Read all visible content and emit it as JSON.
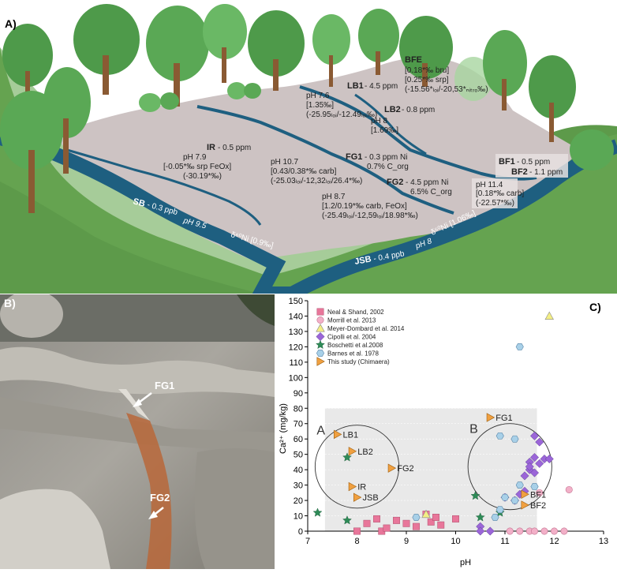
{
  "figure": {
    "panel_a_label": "A)",
    "panel_b_label": "B)",
    "panel_c_label": "C)"
  },
  "panel_a": {
    "labels": [
      {
        "id": "bfe",
        "title": "BFE",
        "lines": [
          "[0.18*‰ bru]",
          "[0.25*‰ srp]",
          "(-15.56*ₗₒᵢ/-20,53*ₙᵢₜᵣₒ‰)"
        ]
      },
      {
        "id": "lb1",
        "title": "LB1",
        "suffix": " - 4.5 ppm",
        "lines": [
          "pH 7.6",
          "[1.35‰]",
          "(-25.95ₗₒᵢ/-12.49ₗₒᵢ‰)"
        ]
      },
      {
        "id": "lb2",
        "title": "LB2",
        "suffix": " - 0.8 ppm",
        "lines": [
          "pH 8",
          "[1.69‰]"
        ]
      },
      {
        "id": "fg1",
        "title": "FG1",
        "suffix": " - 0.3 ppm Ni",
        "lines": [
          "0.7% C_org",
          "pH 10.7",
          "[0.43/0.38*‰ carb]",
          "(-25.03ₗₒᵢ/-12,32ₗₒᵢ/26.4*‰)"
        ]
      },
      {
        "id": "fg2",
        "title": "FG2",
        "suffix": " - 4.5 ppm Ni",
        "lines": [
          "6.5% C_org",
          "pH 8.7",
          "[1.2/0.19*‰ carb, FeOx]",
          "(-25.49ₗₒᵢ/-12,59ₗₒᵢ/18.98*‰)"
        ]
      },
      {
        "id": "ir",
        "title": "IR",
        "suffix": " - 0.5 ppm",
        "lines": [
          "pH 7.9",
          "[-0.05*‰ srp FeOx]",
          "(-30.19*‰)"
        ]
      },
      {
        "id": "bf1",
        "title": "BF1",
        "suffix": " - 0.5 ppm"
      },
      {
        "id": "bf2",
        "title": "BF2",
        "suffix": " - 1.1 ppm",
        "lines": [
          "pH 11.4",
          "[0.18*‰ carb]",
          "(-22.57*‰)"
        ]
      },
      {
        "id": "sb",
        "title": "SB",
        "suffix": " - 0.3 ppb",
        "lines": [
          "pH 9.5",
          "δ⁶⁰Ni [0.9‰]"
        ]
      },
      {
        "id": "jsb",
        "title": "JSB",
        "suffix": " - 0.4 ppb",
        "lines": [
          "pH 8",
          "δ⁶⁰Ni [1.06‰]"
        ]
      }
    ]
  },
  "panel_b": {
    "arrow_labels": [
      "FG1",
      "FG2"
    ]
  },
  "chart_data": {
    "type": "scatter",
    "title": "",
    "xlabel": "pH",
    "ylabel": "Ca²⁺ (mg/kg)",
    "xlim": [
      7,
      13
    ],
    "ylim": [
      0,
      150
    ],
    "xticks": [
      7,
      8,
      9,
      10,
      11,
      12,
      13
    ],
    "yticks": [
      0,
      10,
      20,
      30,
      40,
      50,
      60,
      70,
      80,
      90,
      100,
      110,
      120,
      130,
      140,
      150
    ],
    "legend_position": "top-left",
    "regions": [
      {
        "label": "A",
        "cx": 8.0,
        "cy": 42,
        "rx": 0.85,
        "ry": 27
      },
      {
        "label": "B",
        "cx": 11.1,
        "cy": 42,
        "rx": 0.85,
        "ry": 28
      }
    ],
    "series": [
      {
        "name": "Neal & Shand, 2002",
        "marker": "square",
        "color": "#e8769a",
        "points": [
          [
            8.0,
            0
          ],
          [
            8.5,
            0
          ],
          [
            8.6,
            2
          ],
          [
            8.2,
            5
          ],
          [
            8.4,
            8
          ],
          [
            9.2,
            3
          ],
          [
            9.5,
            6
          ],
          [
            9.6,
            9
          ],
          [
            9.4,
            11
          ],
          [
            9.7,
            4
          ],
          [
            10.0,
            8
          ],
          [
            8.8,
            7
          ],
          [
            9.0,
            5
          ]
        ]
      },
      {
        "name": "Morrill et al. 2013",
        "marker": "circle",
        "color": "#f2b0c8",
        "points": [
          [
            11.1,
            0
          ],
          [
            11.3,
            0
          ],
          [
            11.5,
            0
          ],
          [
            11.6,
            0
          ],
          [
            11.8,
            0
          ],
          [
            12.0,
            0
          ],
          [
            12.2,
            0
          ],
          [
            12.3,
            27
          ],
          [
            11.7,
            25
          ]
        ]
      },
      {
        "name": "Meyer-Dombard et al. 2014",
        "marker": "triangle",
        "color": "#f3ee84",
        "points": [
          [
            9.4,
            11
          ],
          [
            11.9,
            140
          ]
        ]
      },
      {
        "name": "Cipolli et al. 2004",
        "marker": "diamond",
        "color": "#9b66d8",
        "points": [
          [
            10.5,
            3
          ],
          [
            10.5,
            0
          ],
          [
            10.7,
            0
          ],
          [
            11.0,
            22
          ],
          [
            11.2,
            20
          ],
          [
            11.3,
            24
          ],
          [
            11.4,
            36
          ],
          [
            11.5,
            40
          ],
          [
            11.6,
            38
          ],
          [
            11.5,
            45
          ],
          [
            11.6,
            48
          ],
          [
            11.7,
            44
          ],
          [
            11.8,
            47
          ],
          [
            11.9,
            47
          ],
          [
            11.6,
            62
          ],
          [
            11.7,
            58
          ],
          [
            11.5,
            42
          ],
          [
            11.4,
            26
          ]
        ]
      },
      {
        "name": "Boschetti et al.2008",
        "marker": "star",
        "color": "#2e8b57",
        "points": [
          [
            7.2,
            12
          ],
          [
            7.8,
            7
          ],
          [
            7.8,
            48
          ],
          [
            10.4,
            23
          ],
          [
            10.5,
            9
          ],
          [
            10.9,
            12
          ]
        ]
      },
      {
        "name": "Barnes et al. 1978",
        "marker": "hexagon",
        "color": "#a8d0e8",
        "points": [
          [
            11.3,
            120
          ],
          [
            10.9,
            62
          ],
          [
            11.2,
            60
          ],
          [
            11.3,
            30
          ],
          [
            11.2,
            20
          ],
          [
            10.9,
            14
          ],
          [
            9.2,
            9
          ],
          [
            10.8,
            9
          ],
          [
            11.6,
            29
          ],
          [
            11.0,
            22
          ]
        ]
      },
      {
        "name": "This study (Chimaera)",
        "marker": "tri-right",
        "color": "#f0a040",
        "points": [
          {
            "x": 7.6,
            "y": 63,
            "label": "LB1"
          },
          {
            "x": 7.9,
            "y": 52,
            "label": "LB2"
          },
          {
            "x": 8.7,
            "y": 41,
            "label": "FG2"
          },
          {
            "x": 7.9,
            "y": 29,
            "label": "IR"
          },
          {
            "x": 8.0,
            "y": 22,
            "label": "JSB"
          },
          {
            "x": 10.7,
            "y": 74,
            "label": "FG1"
          },
          {
            "x": 11.4,
            "y": 24,
            "label": "BF1"
          },
          {
            "x": 11.4,
            "y": 17,
            "label": "BF2"
          }
        ]
      }
    ]
  }
}
